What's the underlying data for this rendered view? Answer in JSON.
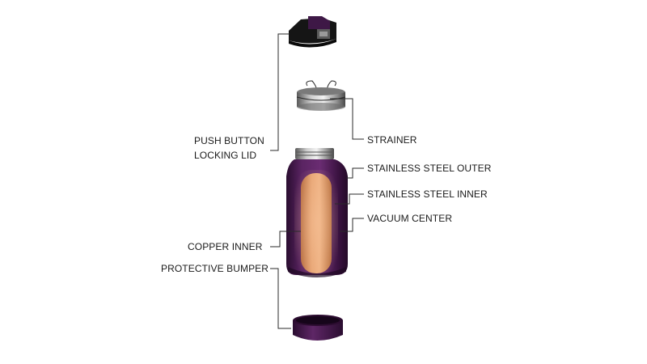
{
  "labels": {
    "push_button_line1": "PUSH BUTTON",
    "push_button_line2": "LOCKING LID",
    "strainer": "STRAINER",
    "stainless_outer": "STAINLESS STEEL OUTER",
    "stainless_inner": "STAINLESS STEEL INNER",
    "vacuum_center": "VACUUM CENTER",
    "copper_inner": "COPPER INNER",
    "protective_bumper": "PROTECTIVE BUMPER"
  },
  "colors": {
    "body_purple": "#4a1a52",
    "copper": "#d8905e",
    "lid_black": "#141414",
    "steel": "#8a8a8a"
  }
}
